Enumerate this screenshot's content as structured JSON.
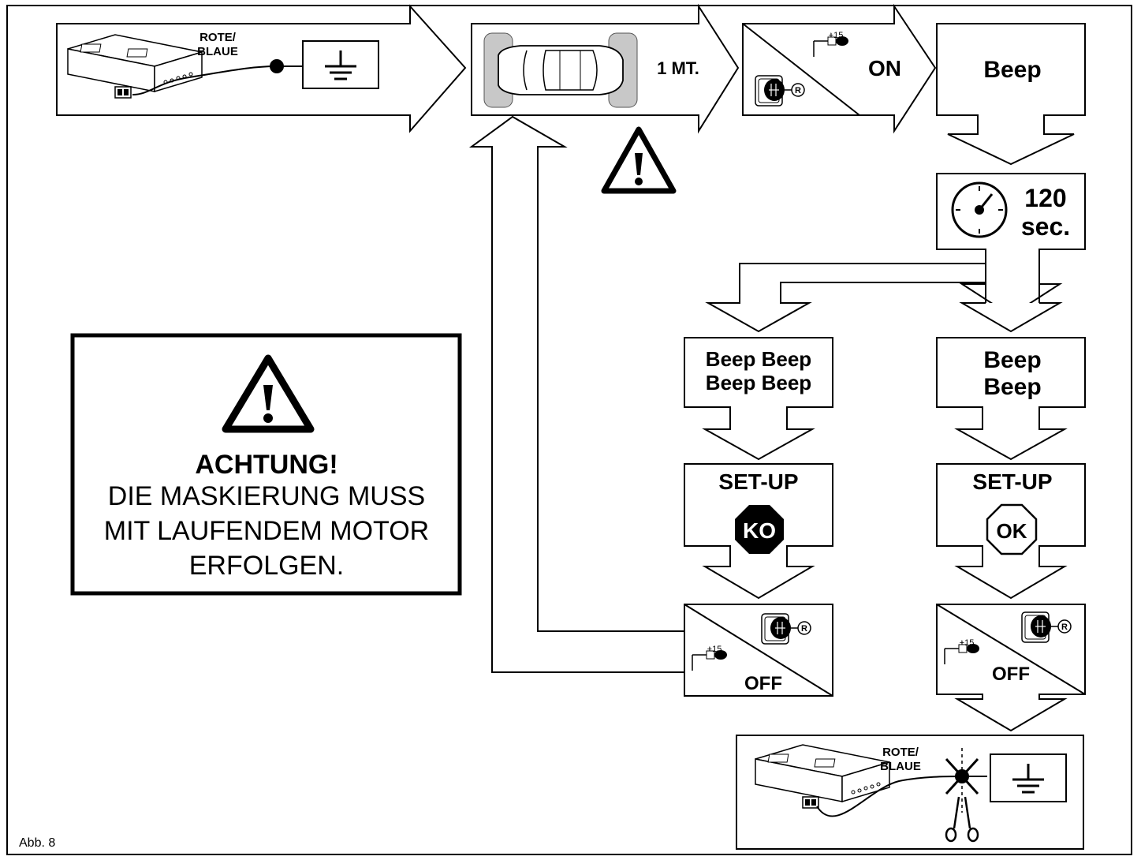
{
  "wire_label": [
    "ROTE/",
    "BLAUE"
  ],
  "distance": "1 MT.",
  "ignition_on": "ON",
  "ignition_voltage": "+15",
  "reverse_gear": "R",
  "beep_1": "Beep",
  "timer": [
    "120",
    "sec."
  ],
  "fail_beeps": [
    "Beep Beep",
    "Beep Beep"
  ],
  "ok_beeps": [
    "Beep",
    "Beep"
  ],
  "setup_label": "SET-UP",
  "setup_ko": "KO",
  "setup_ok": "OK",
  "ignition_off": "OFF",
  "warning": {
    "title": "ACHTUNG!",
    "lines": [
      "DIE MASKIERUNG MUSS",
      "MIT LAUFENDEM MOTOR",
      "ERFOLGEN."
    ]
  },
  "figure_label": "Abb. 8",
  "icons": [
    "control-unit-icon",
    "ground-symbol-icon",
    "car-top-view-icon",
    "warning-triangle-icon",
    "ignition-key-icon",
    "gear-shift-icon",
    "stopwatch-icon",
    "scissors-icon"
  ]
}
